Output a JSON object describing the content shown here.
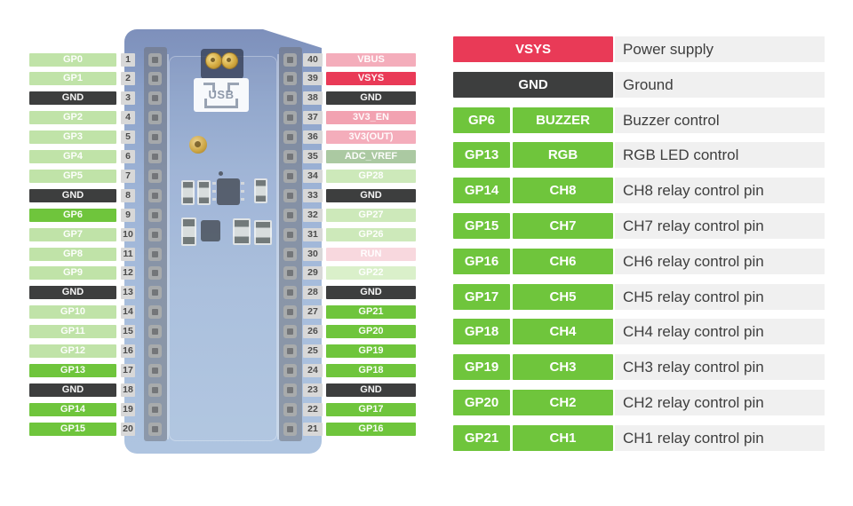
{
  "colors": {
    "light": "#c0e3a8",
    "light_r": "#cde9ba",
    "pale_green": "#daf0ca",
    "bright": "#6fc53c",
    "gnd": "#3d3e3e",
    "red": "#e93a57",
    "pink": "#f4adbb",
    "pink_strong": "#f2a2b1",
    "pale_pink": "#f8d8de",
    "sage": "#abc9a2",
    "pin_number_bg": "#d8d8d8",
    "pin_number_text": "#4c4c4c",
    "legend_desc_bg": "#f0f0f0",
    "legend_desc_text": "#3e3e3e"
  },
  "board": {
    "usb_label": "USB",
    "left_pins": [
      {
        "num": "1",
        "label": "GP0",
        "type": "light"
      },
      {
        "num": "2",
        "label": "GP1",
        "type": "light"
      },
      {
        "num": "3",
        "label": "GND",
        "type": "gnd"
      },
      {
        "num": "4",
        "label": "GP2",
        "type": "light"
      },
      {
        "num": "5",
        "label": "GP3",
        "type": "light"
      },
      {
        "num": "6",
        "label": "GP4",
        "type": "light"
      },
      {
        "num": "7",
        "label": "GP5",
        "type": "light"
      },
      {
        "num": "8",
        "label": "GND",
        "type": "gnd"
      },
      {
        "num": "9",
        "label": "GP6",
        "type": "bright"
      },
      {
        "num": "10",
        "label": "GP7",
        "type": "light"
      },
      {
        "num": "11",
        "label": "GP8",
        "type": "light"
      },
      {
        "num": "12",
        "label": "GP9",
        "type": "light"
      },
      {
        "num": "13",
        "label": "GND",
        "type": "gnd"
      },
      {
        "num": "14",
        "label": "GP10",
        "type": "light"
      },
      {
        "num": "15",
        "label": "GP11",
        "type": "light"
      },
      {
        "num": "16",
        "label": "GP12",
        "type": "light"
      },
      {
        "num": "17",
        "label": "GP13",
        "type": "bright"
      },
      {
        "num": "18",
        "label": "GND",
        "type": "gnd"
      },
      {
        "num": "19",
        "label": "GP14",
        "type": "bright"
      },
      {
        "num": "20",
        "label": "GP15",
        "type": "bright"
      }
    ],
    "right_pins": [
      {
        "num": "40",
        "label": "VBUS",
        "type": "pink"
      },
      {
        "num": "39",
        "label": "VSYS",
        "type": "red"
      },
      {
        "num": "38",
        "label": "GND",
        "type": "gnd"
      },
      {
        "num": "37",
        "label": "3V3_EN",
        "type": "pink_strong"
      },
      {
        "num": "36",
        "label": "3V3(OUT)",
        "type": "pink"
      },
      {
        "num": "35",
        "label": "ADC_VREF",
        "type": "sage"
      },
      {
        "num": "34",
        "label": "GP28",
        "type": "light_r"
      },
      {
        "num": "33",
        "label": "GND",
        "type": "gnd"
      },
      {
        "num": "32",
        "label": "GP27",
        "type": "light_r"
      },
      {
        "num": "31",
        "label": "GP26",
        "type": "light_r"
      },
      {
        "num": "30",
        "label": "RUN",
        "type": "pale_pink"
      },
      {
        "num": "29",
        "label": "GP22",
        "type": "pale_green"
      },
      {
        "num": "28",
        "label": "GND",
        "type": "gnd"
      },
      {
        "num": "27",
        "label": "GP21",
        "type": "bright"
      },
      {
        "num": "26",
        "label": "GP20",
        "type": "bright"
      },
      {
        "num": "25",
        "label": "GP19",
        "type": "bright"
      },
      {
        "num": "24",
        "label": "GP18",
        "type": "bright"
      },
      {
        "num": "23",
        "label": "GND",
        "type": "gnd"
      },
      {
        "num": "22",
        "label": "GP17",
        "type": "bright"
      },
      {
        "num": "21",
        "label": "GP16",
        "type": "bright"
      }
    ]
  },
  "legend": {
    "rows": [
      {
        "badges": [
          {
            "text": "VSYS",
            "type": "red"
          }
        ],
        "desc": "Power supply"
      },
      {
        "badges": [
          {
            "text": "GND",
            "type": "gnd"
          }
        ],
        "desc": "Ground"
      },
      {
        "badges": [
          {
            "text": "GP6",
            "type": "bright"
          },
          {
            "text": "BUZZER",
            "type": "bright"
          }
        ],
        "desc": "Buzzer control"
      },
      {
        "badges": [
          {
            "text": "GP13",
            "type": "bright"
          },
          {
            "text": "RGB",
            "type": "bright"
          }
        ],
        "desc": "RGB LED control"
      },
      {
        "badges": [
          {
            "text": "GP14",
            "type": "bright"
          },
          {
            "text": "CH8",
            "type": "bright"
          }
        ],
        "desc": "CH8 relay control pin"
      },
      {
        "badges": [
          {
            "text": "GP15",
            "type": "bright"
          },
          {
            "text": "CH7",
            "type": "bright"
          }
        ],
        "desc": "CH7 relay control pin"
      },
      {
        "badges": [
          {
            "text": "GP16",
            "type": "bright"
          },
          {
            "text": "CH6",
            "type": "bright"
          }
        ],
        "desc": "CH6 relay control pin"
      },
      {
        "badges": [
          {
            "text": "GP17",
            "type": "bright"
          },
          {
            "text": "CH5",
            "type": "bright"
          }
        ],
        "desc": "CH5 relay control pin"
      },
      {
        "badges": [
          {
            "text": "GP18",
            "type": "bright"
          },
          {
            "text": "CH4",
            "type": "bright"
          }
        ],
        "desc": "CH4 relay control pin"
      },
      {
        "badges": [
          {
            "text": "GP19",
            "type": "bright"
          },
          {
            "text": "CH3",
            "type": "bright"
          }
        ],
        "desc": "CH3 relay control pin"
      },
      {
        "badges": [
          {
            "text": "GP20",
            "type": "bright"
          },
          {
            "text": "CH2",
            "type": "bright"
          }
        ],
        "desc": "CH2 relay control pin"
      },
      {
        "badges": [
          {
            "text": "GP21",
            "type": "bright"
          },
          {
            "text": "CH1",
            "type": "bright"
          }
        ],
        "desc": "CH1 relay control pin"
      }
    ]
  }
}
